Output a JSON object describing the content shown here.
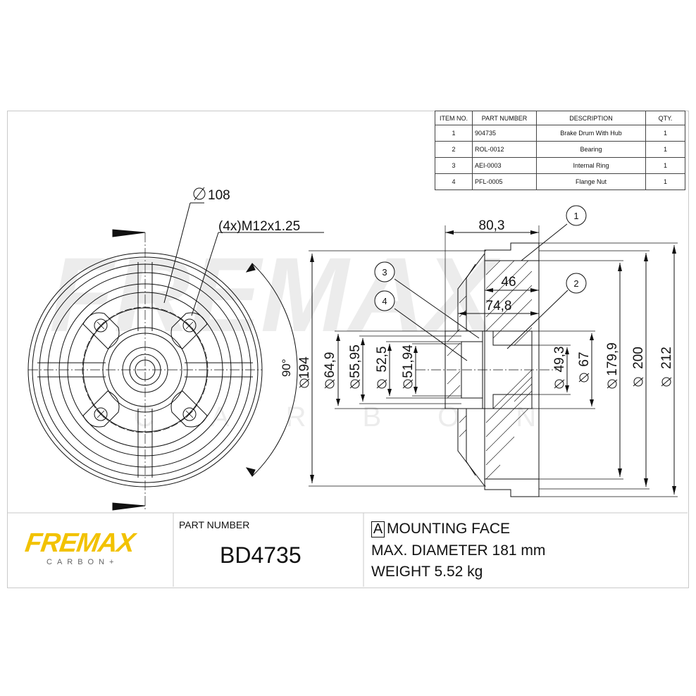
{
  "parts_table": {
    "headers": [
      "ITEM NO.",
      "PART NUMBER",
      "DESCRIPTION",
      "QTY."
    ],
    "rows": [
      {
        "item": "1",
        "part_number": "904735",
        "description": "Brake Drum With Hub",
        "qty": "1"
      },
      {
        "item": "2",
        "part_number": "ROL-0012",
        "description": "Bearing",
        "qty": "1"
      },
      {
        "item": "3",
        "part_number": "AEI-0003",
        "description": "Internal Ring",
        "qty": "1"
      },
      {
        "item": "4",
        "part_number": "PFL-0005",
        "description": "Flange Nut",
        "qty": "1"
      }
    ]
  },
  "front_view": {
    "pcd_label": "108",
    "thread_label": "(4x)M12x1.25",
    "angle_label": "90°"
  },
  "section_view": {
    "dims_horizontal": [
      "80,3",
      "46",
      "74,8"
    ],
    "dims_left": [
      "194",
      "64,9",
      "55,95",
      "52,5",
      "51,94"
    ],
    "dims_right": [
      "49,3",
      "67",
      "179,9",
      "200",
      "212"
    ],
    "balloons": [
      "1",
      "2",
      "3",
      "4"
    ]
  },
  "title_block": {
    "brand": "FREMAX",
    "brand_sub": "CARBON+",
    "part_number_label": "PART NUMBER",
    "part_number": "BD4735",
    "mounting_marker": "A",
    "mounting_face": "MOUNTING FACE",
    "max_diameter": "MAX. DIAMETER 181 mm",
    "weight": "WEIGHT 5.52 kg"
  },
  "watermark": {
    "text": "FREMAX",
    "sub": "CARBON"
  },
  "colors": {
    "brand_yellow": "#f2c200",
    "line": "#111111",
    "watermark": "#e6e6e6"
  }
}
